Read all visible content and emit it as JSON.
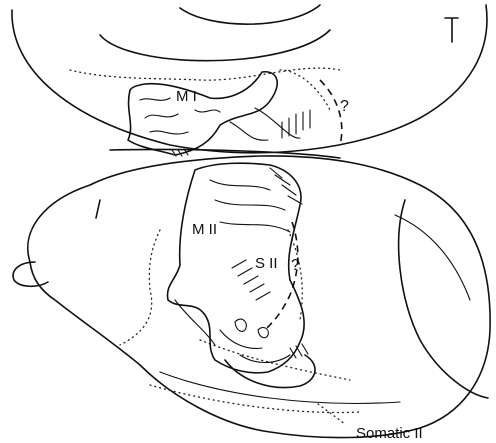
{
  "labels": {
    "m1": "M I",
    "m2": "M II",
    "s2": "S II",
    "q1": "?",
    "q2": "?",
    "somatic": "Somatic II"
  },
  "colors": {
    "ink": "#111111",
    "background": "#ffffff"
  }
}
